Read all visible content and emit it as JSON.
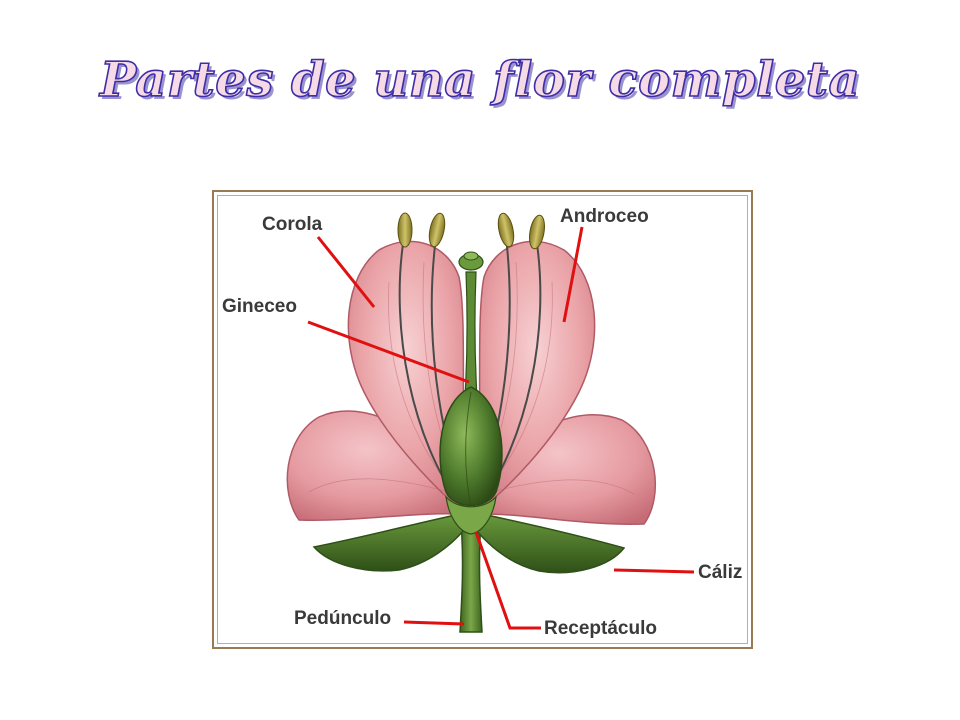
{
  "title": "Partes de una  flor completa",
  "diagram": {
    "labels": {
      "corola": "Corola",
      "androceo": "Androceo",
      "gineceo": "Gineceo",
      "caliz": "Cáliz",
      "pedunculo": "Pedúnculo",
      "receptaculo": "Receptáculo"
    },
    "colors": {
      "petal": "#e8a0a4",
      "petal_dark": "#c8707a",
      "petal_vein": "#b85a68",
      "green": "#4e7a2c",
      "green_dark": "#2f5018",
      "anther": "#a89a3c",
      "leader_line": "#e01010",
      "label_text": "#3a3a3a",
      "frame": "#9a7a52",
      "title_fill": "#f6dbe6",
      "title_outline": "#3d2ea8"
    }
  }
}
